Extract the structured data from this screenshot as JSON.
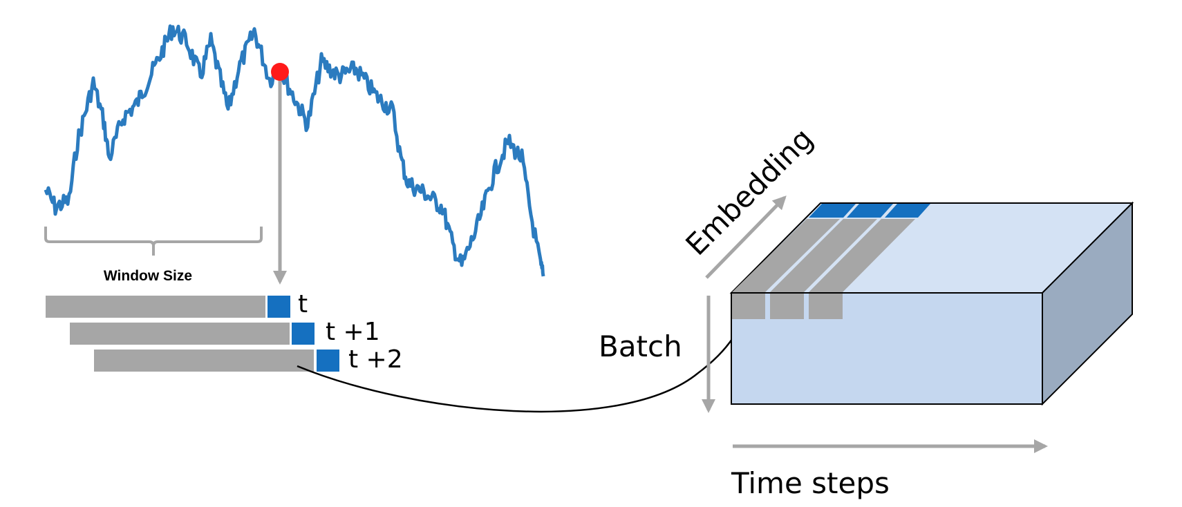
{
  "labels": {
    "window_size": "Window Size",
    "t0": "t",
    "t1": "t +1",
    "t2": "t +2",
    "batch": "Batch",
    "embedding": "Embedding",
    "time_steps": "Time steps"
  },
  "colors": {
    "series": "#2b7bbf",
    "marker": "#ff1a1a",
    "arrow_gray": "#a6a6a6",
    "bar_gray": "#a6a6a6",
    "blue_cell": "#1570c0",
    "box_front": "#c5d7ef",
    "box_top": "#d4e2f4",
    "box_side": "#9aabc0"
  }
}
